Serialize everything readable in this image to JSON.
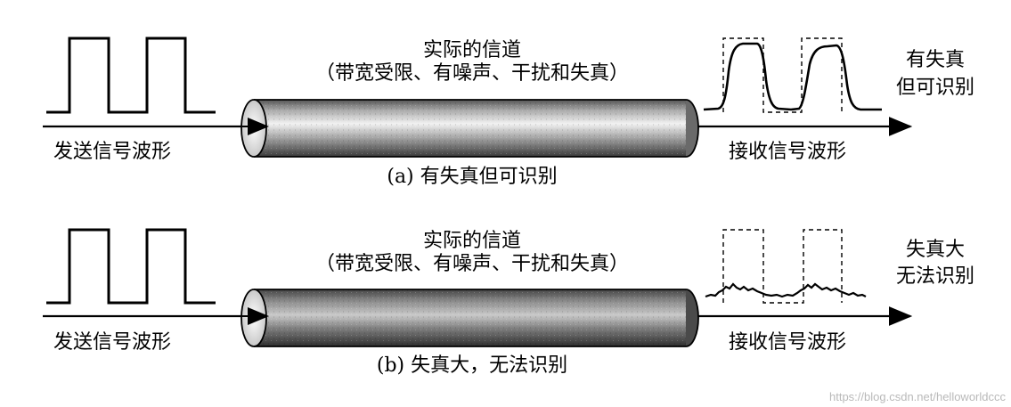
{
  "panel_a": {
    "channel_title": "实际的信道",
    "channel_conditions": "（带宽受限、有噪声、干扰和失真）",
    "send_label": "发送信号波形",
    "recv_label": "接收信号波形",
    "status": [
      "有失真",
      "但可识别"
    ],
    "caption": "(a) 有失真但可识别"
  },
  "panel_b": {
    "channel_title": "实际的信道",
    "channel_conditions": "（带宽受限、有噪声、干扰和失真）",
    "send_label": "发送信号波形",
    "recv_label": "接收信号波形",
    "status": [
      "失真大",
      "无法识别"
    ],
    "caption": "(b) 失真大，无法识别"
  },
  "watermark": "https://blog.csdn.net/helloworldccc"
}
